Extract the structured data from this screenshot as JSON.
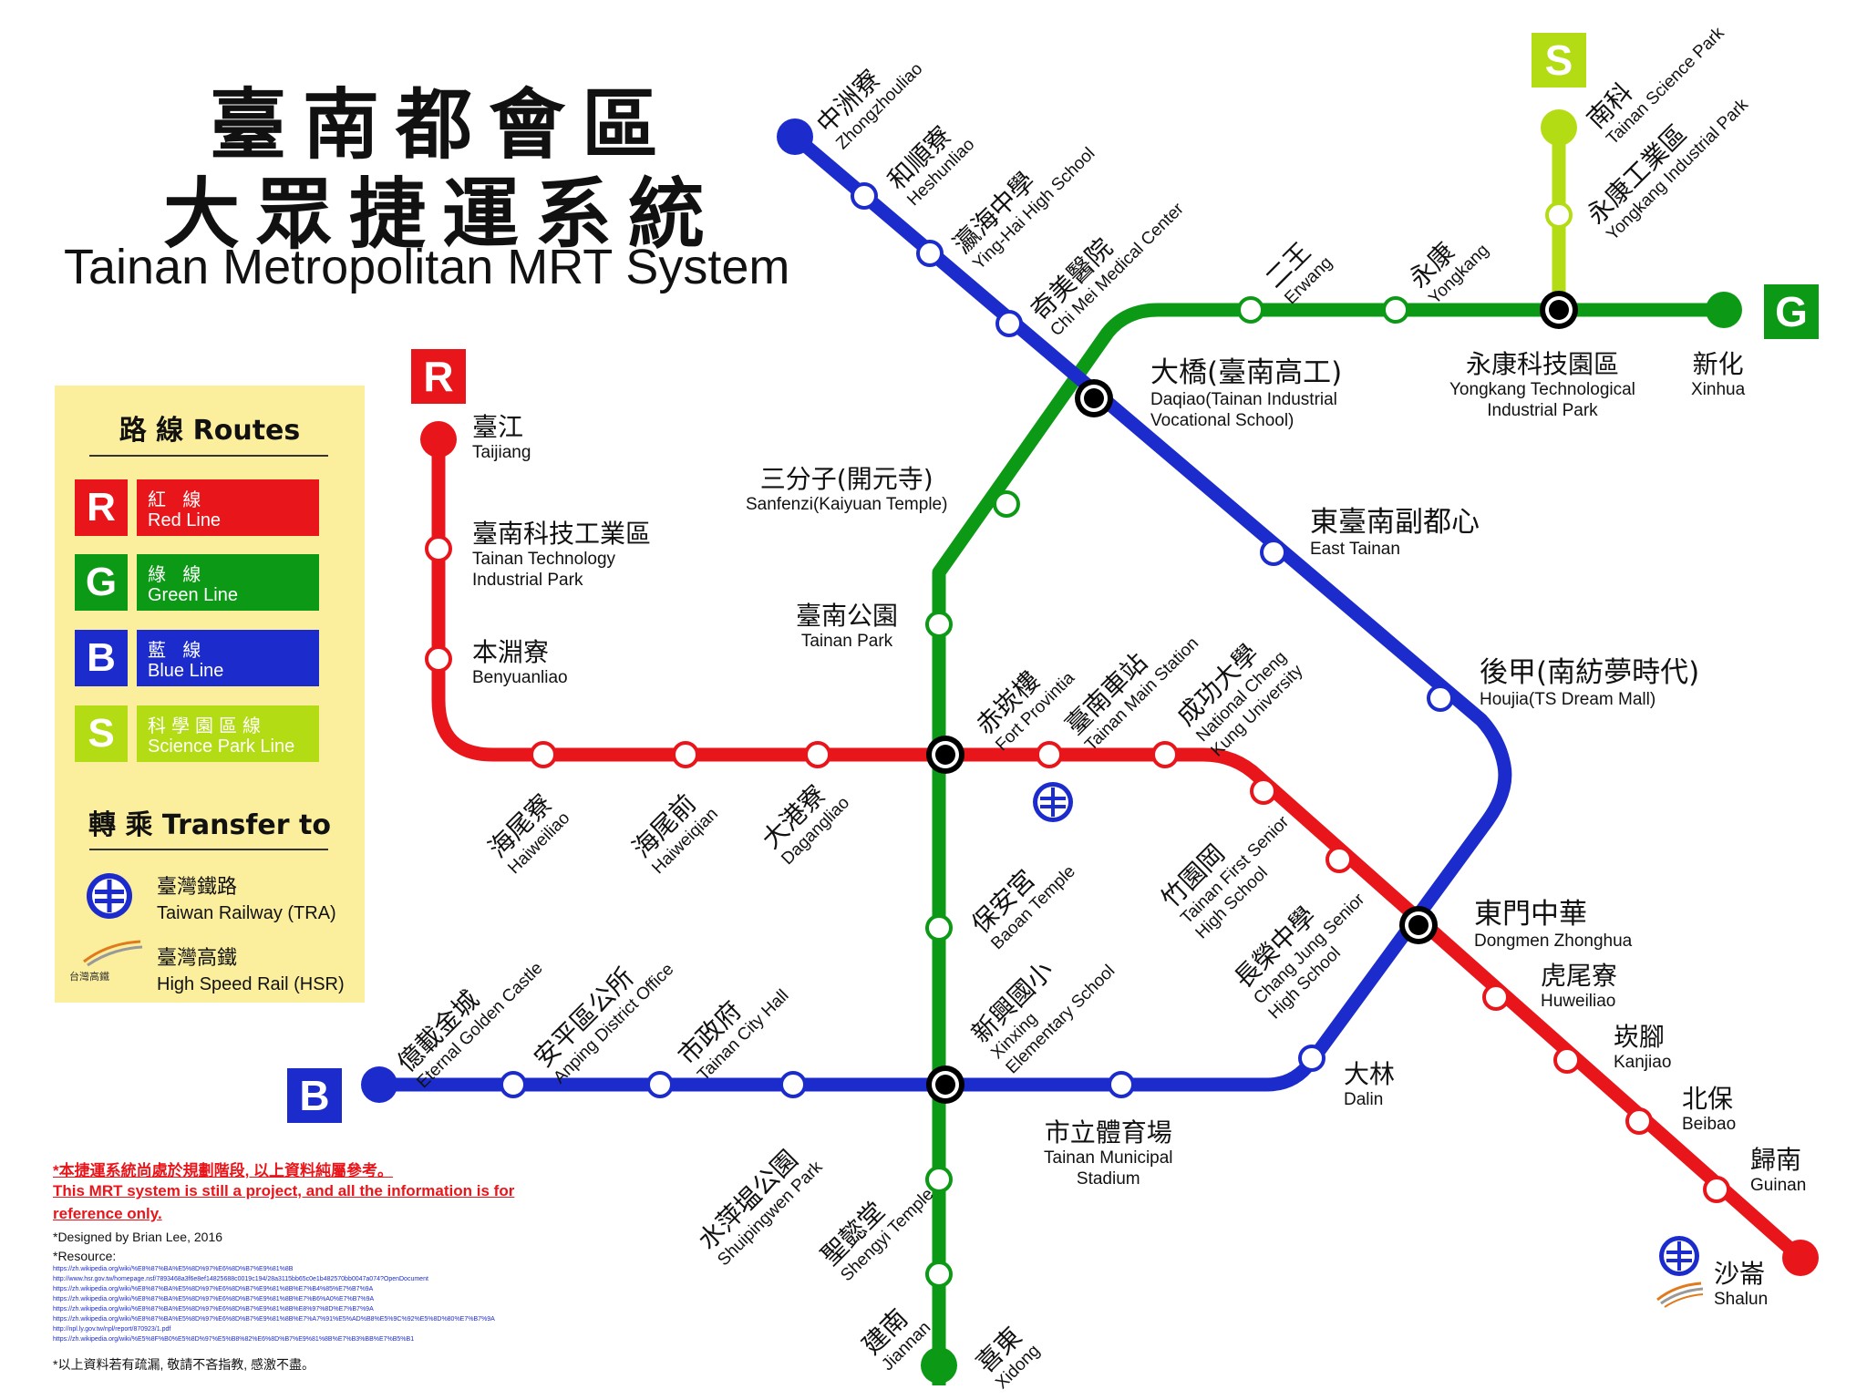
{
  "title": {
    "zh_line1": "臺南都會區",
    "zh_line2": "大眾捷運系統",
    "en": "Tainan Metropolitan MRT System"
  },
  "colors": {
    "red": "#e8161b",
    "green": "#0c9a16",
    "blue": "#1b2bcc",
    "science": "#b4dc14",
    "legend_bg": "#fbee9c"
  },
  "legend": {
    "routes_heading": "路 線 Routes",
    "routes": [
      {
        "letter": "R",
        "zh": "紅  線",
        "en": "Red Line"
      },
      {
        "letter": "G",
        "zh": "綠  線",
        "en": "Green Line"
      },
      {
        "letter": "B",
        "zh": "藍  線",
        "en": "Blue Line"
      },
      {
        "letter": "S",
        "zh": "科學園區線",
        "en": "Science Park Line"
      }
    ],
    "transfer_heading": "轉 乘 Transfer to",
    "transfers": [
      {
        "icon": "taiwan-railway-icon",
        "zh": "臺灣鐵路",
        "en": "Taiwan Railway (TRA)"
      },
      {
        "icon": "high-speed-rail-icon",
        "zh": "臺灣高鐵",
        "en": "High Speed Rail (HSR)",
        "logo_text": "台灣高鐵"
      }
    ]
  },
  "line_badges": {
    "red": "R",
    "green": "G",
    "blue": "B",
    "science": "S"
  },
  "stations": {
    "red": [
      {
        "zh": "臺江",
        "en": "Taijiang"
      },
      {
        "zh": "臺南科技工業區",
        "en": "Tainan Technology Industrial Park",
        "en1": "Tainan Technology",
        "en2": "Industrial Park"
      },
      {
        "zh": "本淵寮",
        "en": "Benyuanliao"
      },
      {
        "zh": "海尾寮",
        "en": "Haiweiliao"
      },
      {
        "zh": "海尾前",
        "en": "Haiweiqian"
      },
      {
        "zh": "大港寮",
        "en": "Dagangliao"
      },
      {
        "zh": "臺南車站",
        "en": "Tainan Main Station"
      },
      {
        "zh": "成功大學",
        "en": "National Cheng Kung University",
        "en1": "National Cheng",
        "en2": "Kung University"
      },
      {
        "zh": "竹園岡",
        "en": "Tainan First Senior High School",
        "en1": "Tainan First Senior",
        "en2": "High School"
      },
      {
        "zh": "長榮中學",
        "en": "Chang Jung Senior High School",
        "en1": "Chang Jung Senior",
        "en2": "High School"
      },
      {
        "zh": "虎尾寮",
        "en": "Huweiliao"
      },
      {
        "zh": "崁腳",
        "en": "Kanjiao"
      },
      {
        "zh": "北保",
        "en": "Beibao"
      },
      {
        "zh": "歸南",
        "en": "Guinan"
      },
      {
        "zh": "沙崙",
        "en": "Shalun"
      }
    ],
    "green": [
      {
        "zh": "新化",
        "en": "Xinhua"
      },
      {
        "zh": "永康",
        "en": "Yongkang"
      },
      {
        "zh": "二王",
        "en": "Erwang"
      },
      {
        "zh": "三分子(開元寺)",
        "en": "Sanfenzi(Kaiyuan Temple)"
      },
      {
        "zh": "臺南公園",
        "en": "Tainan Park"
      },
      {
        "zh": "保安宮",
        "en": "Baoan Temple"
      },
      {
        "zh": "新興國小",
        "en": "Xinxing Elementary School",
        "en1": "Xinxing",
        "en2": "Elementary School"
      },
      {
        "zh": "聖懿堂",
        "en": "Shengyi Temple"
      },
      {
        "zh": "建南",
        "en": "Jiannan"
      },
      {
        "zh": "喜東",
        "en": "Xidong"
      }
    ],
    "blue": [
      {
        "zh": "中洲寮",
        "en": "Zhongzhouliao"
      },
      {
        "zh": "和順寮",
        "en": "Heshunliao"
      },
      {
        "zh": "瀛海中學",
        "en": "Ying-Hai High School"
      },
      {
        "zh": "奇美醫院",
        "en": "Chi Mei Medical Center"
      },
      {
        "zh": "東臺南副都心",
        "en": "East Tainan"
      },
      {
        "zh": "後甲(南紡夢時代)",
        "en": "Houjia(TS Dream Mall)"
      },
      {
        "zh": "大林",
        "en": "Dalin"
      },
      {
        "zh": "市立體育場",
        "en": "Tainan Municipal Stadium",
        "en1": "Tainan Municipal",
        "en2": "Stadium"
      },
      {
        "zh": "水萍塭公園",
        "en": "Shuipingwen Park"
      },
      {
        "zh": "市政府",
        "en": "Tainan City Hall"
      },
      {
        "zh": "安平區公所",
        "en": "Anping District Office"
      },
      {
        "zh": "億載金城",
        "en": "Eternal Golden Castle"
      }
    ],
    "science": [
      {
        "zh": "南科",
        "en": "Tainan Science Park"
      },
      {
        "zh": "永康工業區",
        "en": "Yongkang Industrial Park"
      }
    ],
    "transfer": [
      {
        "zh": "大橋(臺南高工)",
        "en1": "Daqiao(Tainan Industrial",
        "en2": "Vocational School)"
      },
      {
        "zh": "永康科技園區",
        "en1": "Yongkang Technological",
        "en2": "Industrial Park"
      },
      {
        "zh": "赤崁樓",
        "en": "Fort Provintia"
      },
      {
        "zh": "東門中華",
        "en": "Dongmen Zhonghua"
      }
    ]
  },
  "notes": {
    "disclaimer_zh": "*本捷運系統尚處於規劃階段, 以上資料純屬參考。",
    "disclaimer_en_1": "This MRT system is still a project, and all the information is for",
    "disclaimer_en_2": "reference only.",
    "designer": "*Designed by Brian Lee, 2016",
    "resource_label": "*Resource:",
    "resource_links": [
      "https://zh.wikipedia.org/wiki/%E8%87%BA%E5%8D%97%E6%8D%B7%E9%81%8B",
      "http://www.hsr.gov.tw/homepage.nsf/7893468a3f6e8ef14825688c0019c194/28a3115bb65c0e1b482570bb0047a074?OpenDocument",
      "https://zh.wikipedia.org/wiki/%E8%87%BA%E5%8D%97%E6%8D%B7%E9%81%8B%E7%B4%85%E7%B7%9A",
      "https://zh.wikipedia.org/wiki/%E8%87%BA%E5%8D%97%E6%8D%B7%E9%81%8B%E7%B6%A0%E7%B7%9A",
      "https://zh.wikipedia.org/wiki/%E8%87%BA%E5%8D%97%E6%8D%B7%E9%81%8B%E8%97%8D%E7%B7%9A",
      "https://zh.wikipedia.org/wiki/%E8%87%BA%E5%8D%97%E6%8D%B7%E9%81%8B%E7%A7%91%E5%AD%B8%E5%9C%92%E5%8D%80%E7%B7%9A",
      "http://npl.ly.gov.tw/npl/report/870923/1.pdf",
      "https://zh.wikipedia.org/wiki/%E5%8F%B0%E5%8D%97%E5%B8%82%E6%8D%B7%E9%81%8B%E7%B3%BB%E7%B5%B1"
    ],
    "apology": "*以上資料若有疏漏, 敬請不吝指教, 感激不盡。"
  }
}
